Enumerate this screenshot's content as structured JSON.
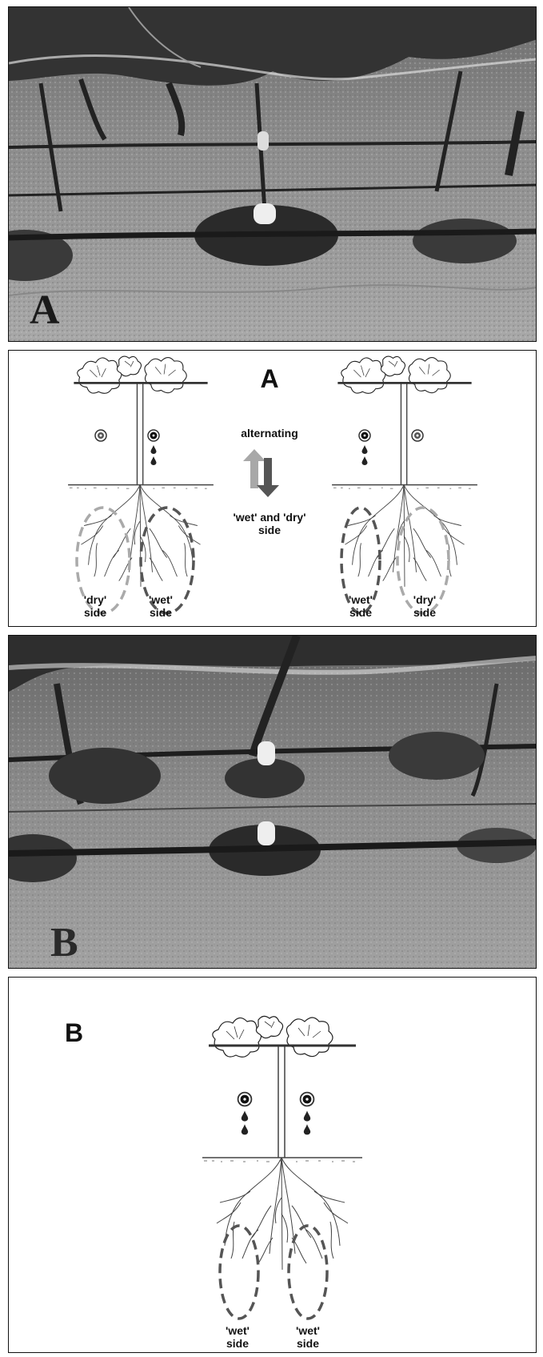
{
  "photo_a": {
    "letter": "A"
  },
  "diagram_a": {
    "letter": "A",
    "center_top": "alternating",
    "center_bottom_line1": "'wet' and 'dry'",
    "center_bottom_line2": "side",
    "left_plant": {
      "left_label_1": "'dry'",
      "left_label_2": "side",
      "right_label_1": "'wet'",
      "right_label_2": "side"
    },
    "right_plant": {
      "left_label_1": "'wet'",
      "left_label_2": "side",
      "right_label_1": "'dry'",
      "right_label_2": "side"
    }
  },
  "photo_b": {
    "letter": "B"
  },
  "diagram_b": {
    "letter": "B",
    "plant": {
      "left_label_1": "'wet'",
      "left_label_2": "side",
      "right_label_1": "'wet'",
      "right_label_2": "side"
    }
  },
  "colors": {
    "wet_outline": "#555555",
    "dry_outline": "#aaaaaa",
    "arrow_light": "#a8a8a8",
    "arrow_dark": "#555555"
  }
}
